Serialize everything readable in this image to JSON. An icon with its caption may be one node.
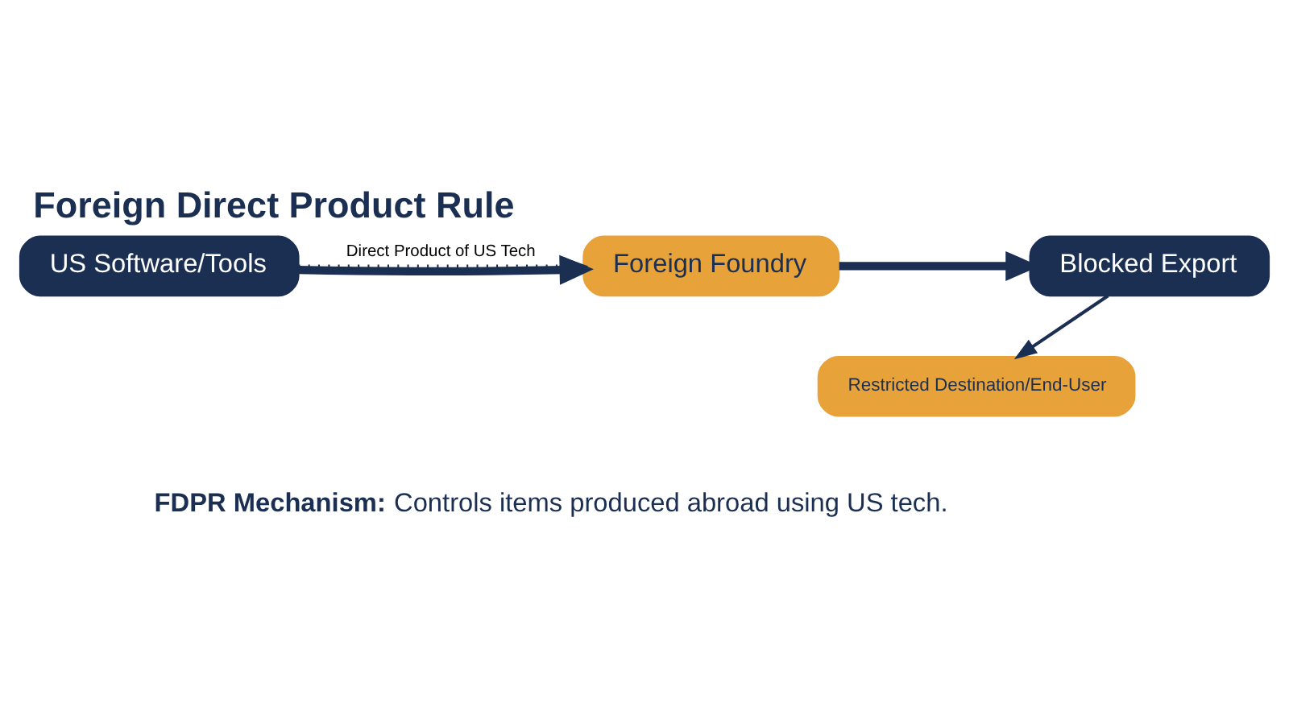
{
  "diagram": {
    "title": "Foreign Direct Product Rule",
    "caption": "**FDPR Mechanism:** Controls items produced abroad using US tech.",
    "nodes": [
      {
        "text": [
          "US Software/Tools"
        ]
      },
      {
        "text": [
          "Foreign Foundry"
        ]
      },
      {
        "text": [
          "Blocked Export"
        ]
      },
      {
        "text": [
          "Restricted Destination/End-User"
        ]
      }
    ],
    "edges": [
      {
        "from": 0,
        "to": 1,
        "arrow": "to",
        "style": "thick"
      },
      {
        "from": 0,
        "to": 1,
        "arrow": "to",
        "style": "dashed",
        "label": "Direct Product of US Tech"
      },
      {
        "from": 1,
        "to": 2,
        "arrow": "to",
        "style": "thick"
      },
      {
        "from": 2,
        "to": 3,
        "arrow": "to"
      }
    ]
  }
}
